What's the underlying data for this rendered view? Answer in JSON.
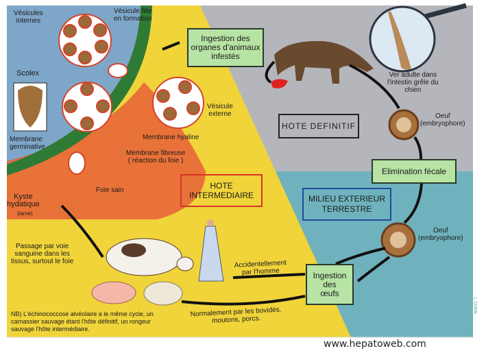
{
  "labels": {
    "vesicules_internes": "Vésicules\ninternes",
    "vesicule_fille": "Vésicule fille\nen formation",
    "scolex": "Scolex",
    "vesicule_externe": "Vésicule\nexterne",
    "membrane_germinative": "Membrane\ngerminative",
    "membrane_hyaline": "Membrane hyaline",
    "membrane_fibreuse": "Membrane fibreuse\n( réaction du foie )",
    "foie_sain": "Foie sain",
    "kyste_hydatique": "Kyste\nhydatique",
    "larve": "(larve)",
    "passage": "Passage par voie\nsanguine dans les\ntissus, surtout le foie",
    "accidentellement": "Accidentellement\npar l'homme",
    "normalement": "Normalement par les bovidés.\nmoutons, porcs.",
    "nb": "NB) L'échinococcose alvéolaire a le même cycle, un\ncarnassier sauvage étant l'hôte définitif, un rongeur\nsauvage l'hôte intermédiaire.",
    "ver_adulte": "Ver adulte dans\nl'intestin grêle du\nchien",
    "oeuf_1": "Oeuf\n(embryophore)",
    "oeuf_2": "Oeuf\n(embryophore)",
    "signature": "L. DORN"
  },
  "boxes": {
    "ingestion_organes": "Ingestion des\norganes d'animaux\ninfestés",
    "hote_definitif": "HOTE DEFINITIF",
    "elimination": "Elimination fécale",
    "hote_intermediaire": "HOTE\nINTERMEDIAIRE",
    "milieu": "MILIEU EXTERIEUR\nTERRESTRE",
    "ingestion_oeufs": "Ingestion\ndes\nœufs"
  },
  "footer": "www.hepatoweb.com",
  "colors": {
    "blue": "#7ea6c9",
    "yellow": "#f0d43a",
    "grey": "#b4b6bb",
    "teal": "#6fb2bd",
    "liver": "#e8603a",
    "membrane": "#2f7a35"
  }
}
